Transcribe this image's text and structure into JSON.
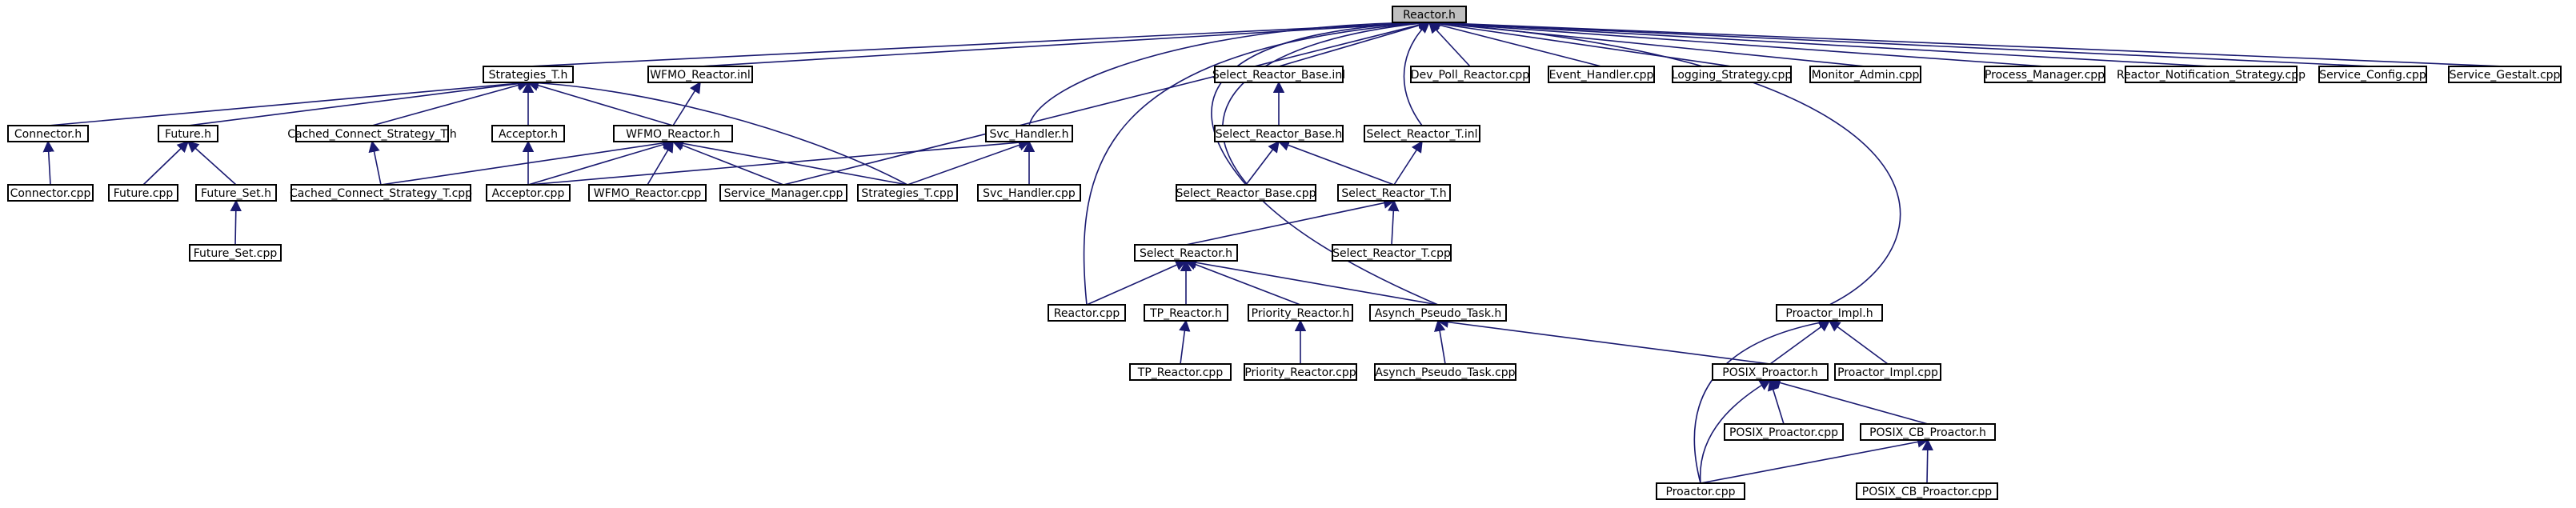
{
  "graph": {
    "root": "reactor_h",
    "colors": {
      "edge": "#191970",
      "root_fill": "#bfbfbf",
      "node_fill": "#ffffff",
      "node_border": "#000000"
    },
    "nodes": [
      {
        "id": "reactor_h",
        "label": "Reactor.h"
      },
      {
        "id": "strategies_t_h",
        "label": "Strategies_T.h"
      },
      {
        "id": "wfmo_reactor_inl",
        "label": "WFMO_Reactor.inl"
      },
      {
        "id": "select_reactor_base_inl",
        "label": "Select_Reactor_Base.inl"
      },
      {
        "id": "dev_poll_reactor_cpp",
        "label": "Dev_Poll_Reactor.cpp"
      },
      {
        "id": "event_handler_cpp",
        "label": "Event_Handler.cpp"
      },
      {
        "id": "logging_strategy_cpp",
        "label": "Logging_Strategy.cpp"
      },
      {
        "id": "monitor_admin_cpp",
        "label": "Monitor_Admin.cpp"
      },
      {
        "id": "process_manager_cpp",
        "label": "Process_Manager.cpp"
      },
      {
        "id": "reactor_notification_strategy_cpp",
        "label": "Reactor_Notification_Strategy.cpp"
      },
      {
        "id": "service_config_cpp",
        "label": "Service_Config.cpp"
      },
      {
        "id": "service_gestalt_cpp",
        "label": "Service_Gestalt.cpp"
      },
      {
        "id": "connector_h",
        "label": "Connector.h"
      },
      {
        "id": "future_h",
        "label": "Future.h"
      },
      {
        "id": "cached_connect_strategy_t_h",
        "label": "Cached_Connect_Strategy_T.h"
      },
      {
        "id": "acceptor_h",
        "label": "Acceptor.h"
      },
      {
        "id": "wfmo_reactor_h",
        "label": "WFMO_Reactor.h"
      },
      {
        "id": "svc_handler_h",
        "label": "Svc_Handler.h"
      },
      {
        "id": "select_reactor_base_h",
        "label": "Select_Reactor_Base.h"
      },
      {
        "id": "select_reactor_t_inl",
        "label": "Select_Reactor_T.inl"
      },
      {
        "id": "connector_cpp",
        "label": "Connector.cpp"
      },
      {
        "id": "future_cpp",
        "label": "Future.cpp"
      },
      {
        "id": "future_set_h",
        "label": "Future_Set.h"
      },
      {
        "id": "cached_connect_strategy_t_cpp",
        "label": "Cached_Connect_Strategy_T.cpp"
      },
      {
        "id": "acceptor_cpp",
        "label": "Acceptor.cpp"
      },
      {
        "id": "wfmo_reactor_cpp",
        "label": "WFMO_Reactor.cpp"
      },
      {
        "id": "service_manager_cpp",
        "label": "Service_Manager.cpp"
      },
      {
        "id": "strategies_t_cpp",
        "label": "Strategies_T.cpp"
      },
      {
        "id": "svc_handler_cpp",
        "label": "Svc_Handler.cpp"
      },
      {
        "id": "select_reactor_base_cpp",
        "label": "Select_Reactor_Base.cpp"
      },
      {
        "id": "select_reactor_t_h",
        "label": "Select_Reactor_T.h"
      },
      {
        "id": "future_set_cpp",
        "label": "Future_Set.cpp"
      },
      {
        "id": "select_reactor_h",
        "label": "Select_Reactor.h"
      },
      {
        "id": "select_reactor_t_cpp",
        "label": "Select_Reactor_T.cpp"
      },
      {
        "id": "reactor_cpp",
        "label": "Reactor.cpp"
      },
      {
        "id": "tp_reactor_h",
        "label": "TP_Reactor.h"
      },
      {
        "id": "priority_reactor_h",
        "label": "Priority_Reactor.h"
      },
      {
        "id": "asynch_pseudo_task_h",
        "label": "Asynch_Pseudo_Task.h"
      },
      {
        "id": "proactor_impl_h",
        "label": "Proactor_Impl.h"
      },
      {
        "id": "tp_reactor_cpp",
        "label": "TP_Reactor.cpp"
      },
      {
        "id": "priority_reactor_cpp",
        "label": "Priority_Reactor.cpp"
      },
      {
        "id": "asynch_pseudo_task_cpp",
        "label": "Asynch_Pseudo_Task.cpp"
      },
      {
        "id": "posix_proactor_h",
        "label": "POSIX_Proactor.h"
      },
      {
        "id": "proactor_impl_cpp",
        "label": "Proactor_Impl.cpp"
      },
      {
        "id": "posix_proactor_cpp",
        "label": "POSIX_Proactor.cpp"
      },
      {
        "id": "posix_cb_proactor_h",
        "label": "POSIX_CB_Proactor.h"
      },
      {
        "id": "proactor_cpp",
        "label": "Proactor.cpp"
      },
      {
        "id": "posix_cb_proactor_cpp",
        "label": "POSIX_CB_Proactor.cpp"
      }
    ],
    "edges": [
      [
        "strategies_t_h",
        "reactor_h"
      ],
      [
        "wfmo_reactor_inl",
        "reactor_h"
      ],
      [
        "select_reactor_base_inl",
        "reactor_h"
      ],
      [
        "dev_poll_reactor_cpp",
        "reactor_h"
      ],
      [
        "event_handler_cpp",
        "reactor_h"
      ],
      [
        "logging_strategy_cpp",
        "reactor_h"
      ],
      [
        "monitor_admin_cpp",
        "reactor_h"
      ],
      [
        "process_manager_cpp",
        "reactor_h"
      ],
      [
        "reactor_notification_strategy_cpp",
        "reactor_h"
      ],
      [
        "service_config_cpp",
        "reactor_h"
      ],
      [
        "service_gestalt_cpp",
        "reactor_h"
      ],
      [
        "svc_handler_h",
        "reactor_h"
      ],
      [
        "service_manager_cpp",
        "reactor_h"
      ],
      [
        "select_reactor_base_cpp",
        "reactor_h"
      ],
      [
        "select_reactor_t_inl",
        "reactor_h"
      ],
      [
        "reactor_cpp",
        "reactor_h"
      ],
      [
        "asynch_pseudo_task_h",
        "reactor_h"
      ],
      [
        "proactor_impl_h",
        "reactor_h"
      ],
      [
        "connector_h",
        "strategies_t_h"
      ],
      [
        "future_h",
        "strategies_t_h"
      ],
      [
        "cached_connect_strategy_t_h",
        "strategies_t_h"
      ],
      [
        "acceptor_h",
        "strategies_t_h"
      ],
      [
        "wfmo_reactor_h",
        "strategies_t_h"
      ],
      [
        "strategies_t_cpp",
        "strategies_t_h"
      ],
      [
        "wfmo_reactor_h",
        "wfmo_reactor_inl"
      ],
      [
        "connector_cpp",
        "connector_h"
      ],
      [
        "future_cpp",
        "future_h"
      ],
      [
        "future_set_h",
        "future_h"
      ],
      [
        "future_set_cpp",
        "future_set_h"
      ],
      [
        "cached_connect_strategy_t_cpp",
        "cached_connect_strategy_t_h"
      ],
      [
        "acceptor_cpp",
        "acceptor_h"
      ],
      [
        "cached_connect_strategy_t_cpp",
        "wfmo_reactor_h"
      ],
      [
        "acceptor_cpp",
        "wfmo_reactor_h"
      ],
      [
        "wfmo_reactor_cpp",
        "wfmo_reactor_h"
      ],
      [
        "service_manager_cpp",
        "wfmo_reactor_h"
      ],
      [
        "strategies_t_cpp",
        "wfmo_reactor_h"
      ],
      [
        "acceptor_cpp",
        "svc_handler_h"
      ],
      [
        "strategies_t_cpp",
        "svc_handler_h"
      ],
      [
        "svc_handler_cpp",
        "svc_handler_h"
      ],
      [
        "select_reactor_base_h",
        "select_reactor_base_inl"
      ],
      [
        "select_reactor_base_cpp",
        "select_reactor_base_h"
      ],
      [
        "select_reactor_t_h",
        "select_reactor_base_h"
      ],
      [
        "select_reactor_t_h",
        "select_reactor_t_inl"
      ],
      [
        "select_reactor_t_cpp",
        "select_reactor_t_h"
      ],
      [
        "select_reactor_h",
        "select_reactor_t_h"
      ],
      [
        "reactor_cpp",
        "select_reactor_h"
      ],
      [
        "tp_reactor_h",
        "select_reactor_h"
      ],
      [
        "priority_reactor_h",
        "select_reactor_h"
      ],
      [
        "asynch_pseudo_task_h",
        "select_reactor_h"
      ],
      [
        "tp_reactor_cpp",
        "tp_reactor_h"
      ],
      [
        "priority_reactor_cpp",
        "priority_reactor_h"
      ],
      [
        "asynch_pseudo_task_cpp",
        "asynch_pseudo_task_h"
      ],
      [
        "posix_proactor_h",
        "asynch_pseudo_task_h"
      ],
      [
        "posix_proactor_h",
        "proactor_impl_h"
      ],
      [
        "proactor_impl_cpp",
        "proactor_impl_h"
      ],
      [
        "proactor_cpp",
        "proactor_impl_h"
      ],
      [
        "posix_proactor_cpp",
        "posix_proactor_h"
      ],
      [
        "posix_cb_proactor_h",
        "posix_proactor_h"
      ],
      [
        "proactor_cpp",
        "posix_proactor_h"
      ],
      [
        "proactor_cpp",
        "posix_cb_proactor_h"
      ],
      [
        "posix_cb_proactor_cpp",
        "posix_cb_proactor_h"
      ]
    ]
  }
}
